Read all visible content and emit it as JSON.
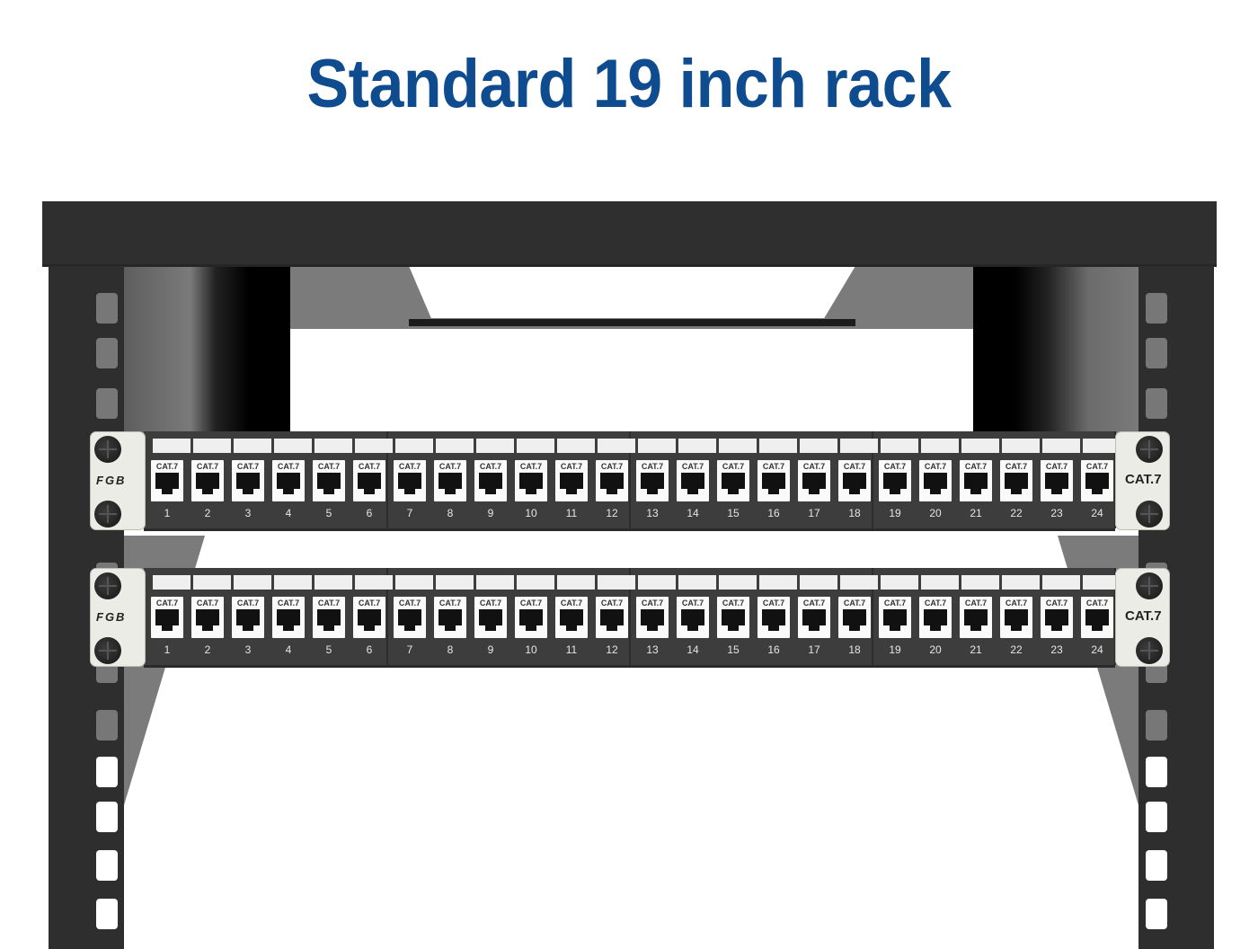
{
  "title": "Standard 19 inch rack",
  "colors": {
    "title": "#0f4c8f",
    "rack": "#2e2e2e",
    "panel_face": "#3d3d3d",
    "panel_ear": "#ecece6",
    "port": "#fafafa"
  },
  "rack": {
    "description": "Black open-frame 19 inch rack with two 24-port patch panels",
    "icons": [
      "rack-frame",
      "rail-hole"
    ]
  },
  "panels": [
    {
      "brand": "FGB",
      "category_label": "CAT.7",
      "port_label": "CAT.7",
      "ports": [
        "1",
        "2",
        "3",
        "4",
        "5",
        "6",
        "7",
        "8",
        "9",
        "10",
        "11",
        "12",
        "13",
        "14",
        "15",
        "16",
        "17",
        "18",
        "19",
        "20",
        "21",
        "22",
        "23",
        "24"
      ]
    },
    {
      "brand": "FGB",
      "category_label": "CAT.7",
      "port_label": "CAT.7",
      "ports": [
        "1",
        "2",
        "3",
        "4",
        "5",
        "6",
        "7",
        "8",
        "9",
        "10",
        "11",
        "12",
        "13",
        "14",
        "15",
        "16",
        "17",
        "18",
        "19",
        "20",
        "21",
        "22",
        "23",
        "24"
      ]
    }
  ]
}
